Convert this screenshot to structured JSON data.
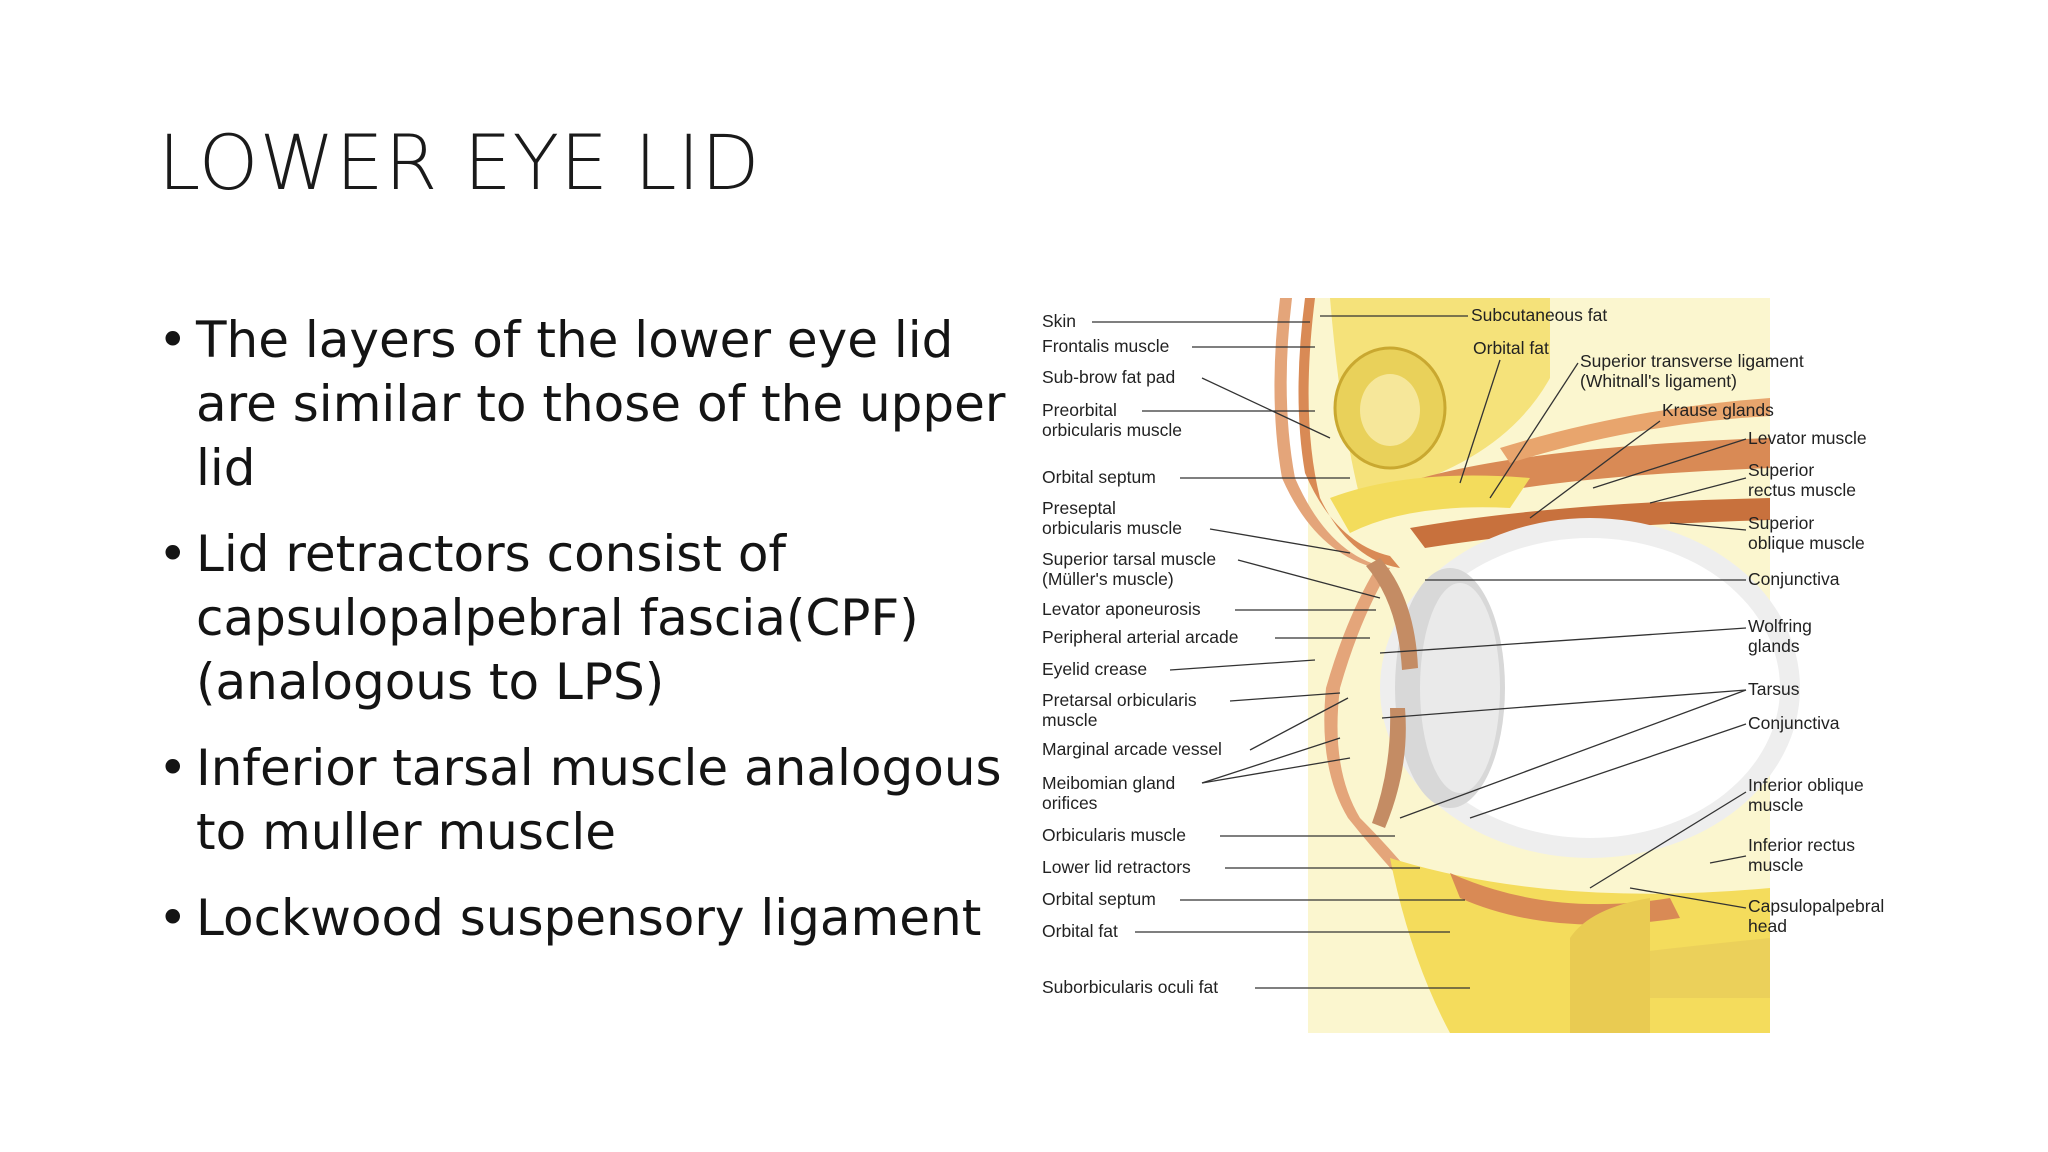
{
  "slide": {
    "title": "LOWER EYE LID",
    "bullets": [
      {
        "marker": "•",
        "text": "The layers of the lower eye lid are similar to those of the upper lid"
      },
      {
        "marker": "•",
        "text": "Lid retractors consist of capsulopalpebral fascia(CPF) (analogous to LPS)"
      },
      {
        "marker": "•",
        "text": "Inferior tarsal muscle analogous to muller muscle"
      },
      {
        "marker": "•",
        "text": "Lockwood suspensory ligament"
      }
    ]
  },
  "figure": {
    "labels": {
      "skin": "Skin",
      "frontalis": "Frontalis muscle",
      "subbrow": "Sub-brow fat pad",
      "preorbital1": "Preorbital",
      "preorbital2": "orbicularis muscle",
      "orbseptum_up": "Orbital septum",
      "preseptal1": "Preseptal",
      "preseptal2": "orbicularis muscle",
      "suptarsal1": "Superior tarsal muscle",
      "suptarsal2": "(Müller's muscle)",
      "levapon": "Levator aponeurosis",
      "periph": "Peripheral arterial arcade",
      "crease": "Eyelid crease",
      "pretarsal1": "Pretarsal orbicularis",
      "pretarsal2": "muscle",
      "marginal": "Marginal arcade vessel",
      "meibomian1": "Meibomian gland",
      "meibomian2": "orifices",
      "orbicularis": "Orbicularis muscle",
      "lowerretr": "Lower lid retractors",
      "orbseptum_low": "Orbital septum",
      "orbfat_low": "Orbital fat",
      "suborb": "Suborbicularis oculi fat",
      "subcut": "Subcutaneous fat",
      "orbfat_up": "Orbital fat",
      "suptrans1": "Superior transverse ligament",
      "suptrans2": "(Whitnall's ligament)",
      "krause": "Krause glands",
      "levator": "Levator muscle",
      "suprect1": "Superior",
      "suprect2": "rectus muscle",
      "supobl1": "Superior",
      "supobl2": "oblique muscle",
      "conj1": "Conjunctiva",
      "wolfring1": "Wolfring",
      "wolfring2": "glands",
      "tarsus": "Tarsus",
      "conj2": "Conjunctiva",
      "infobl1": "Inferior oblique",
      "infobl2": "muscle",
      "infrect1": "Inferior rectus",
      "infrect2": "muscle",
      "capsulo1": "Capsulopalpebral",
      "capsulo2": "head"
    }
  }
}
